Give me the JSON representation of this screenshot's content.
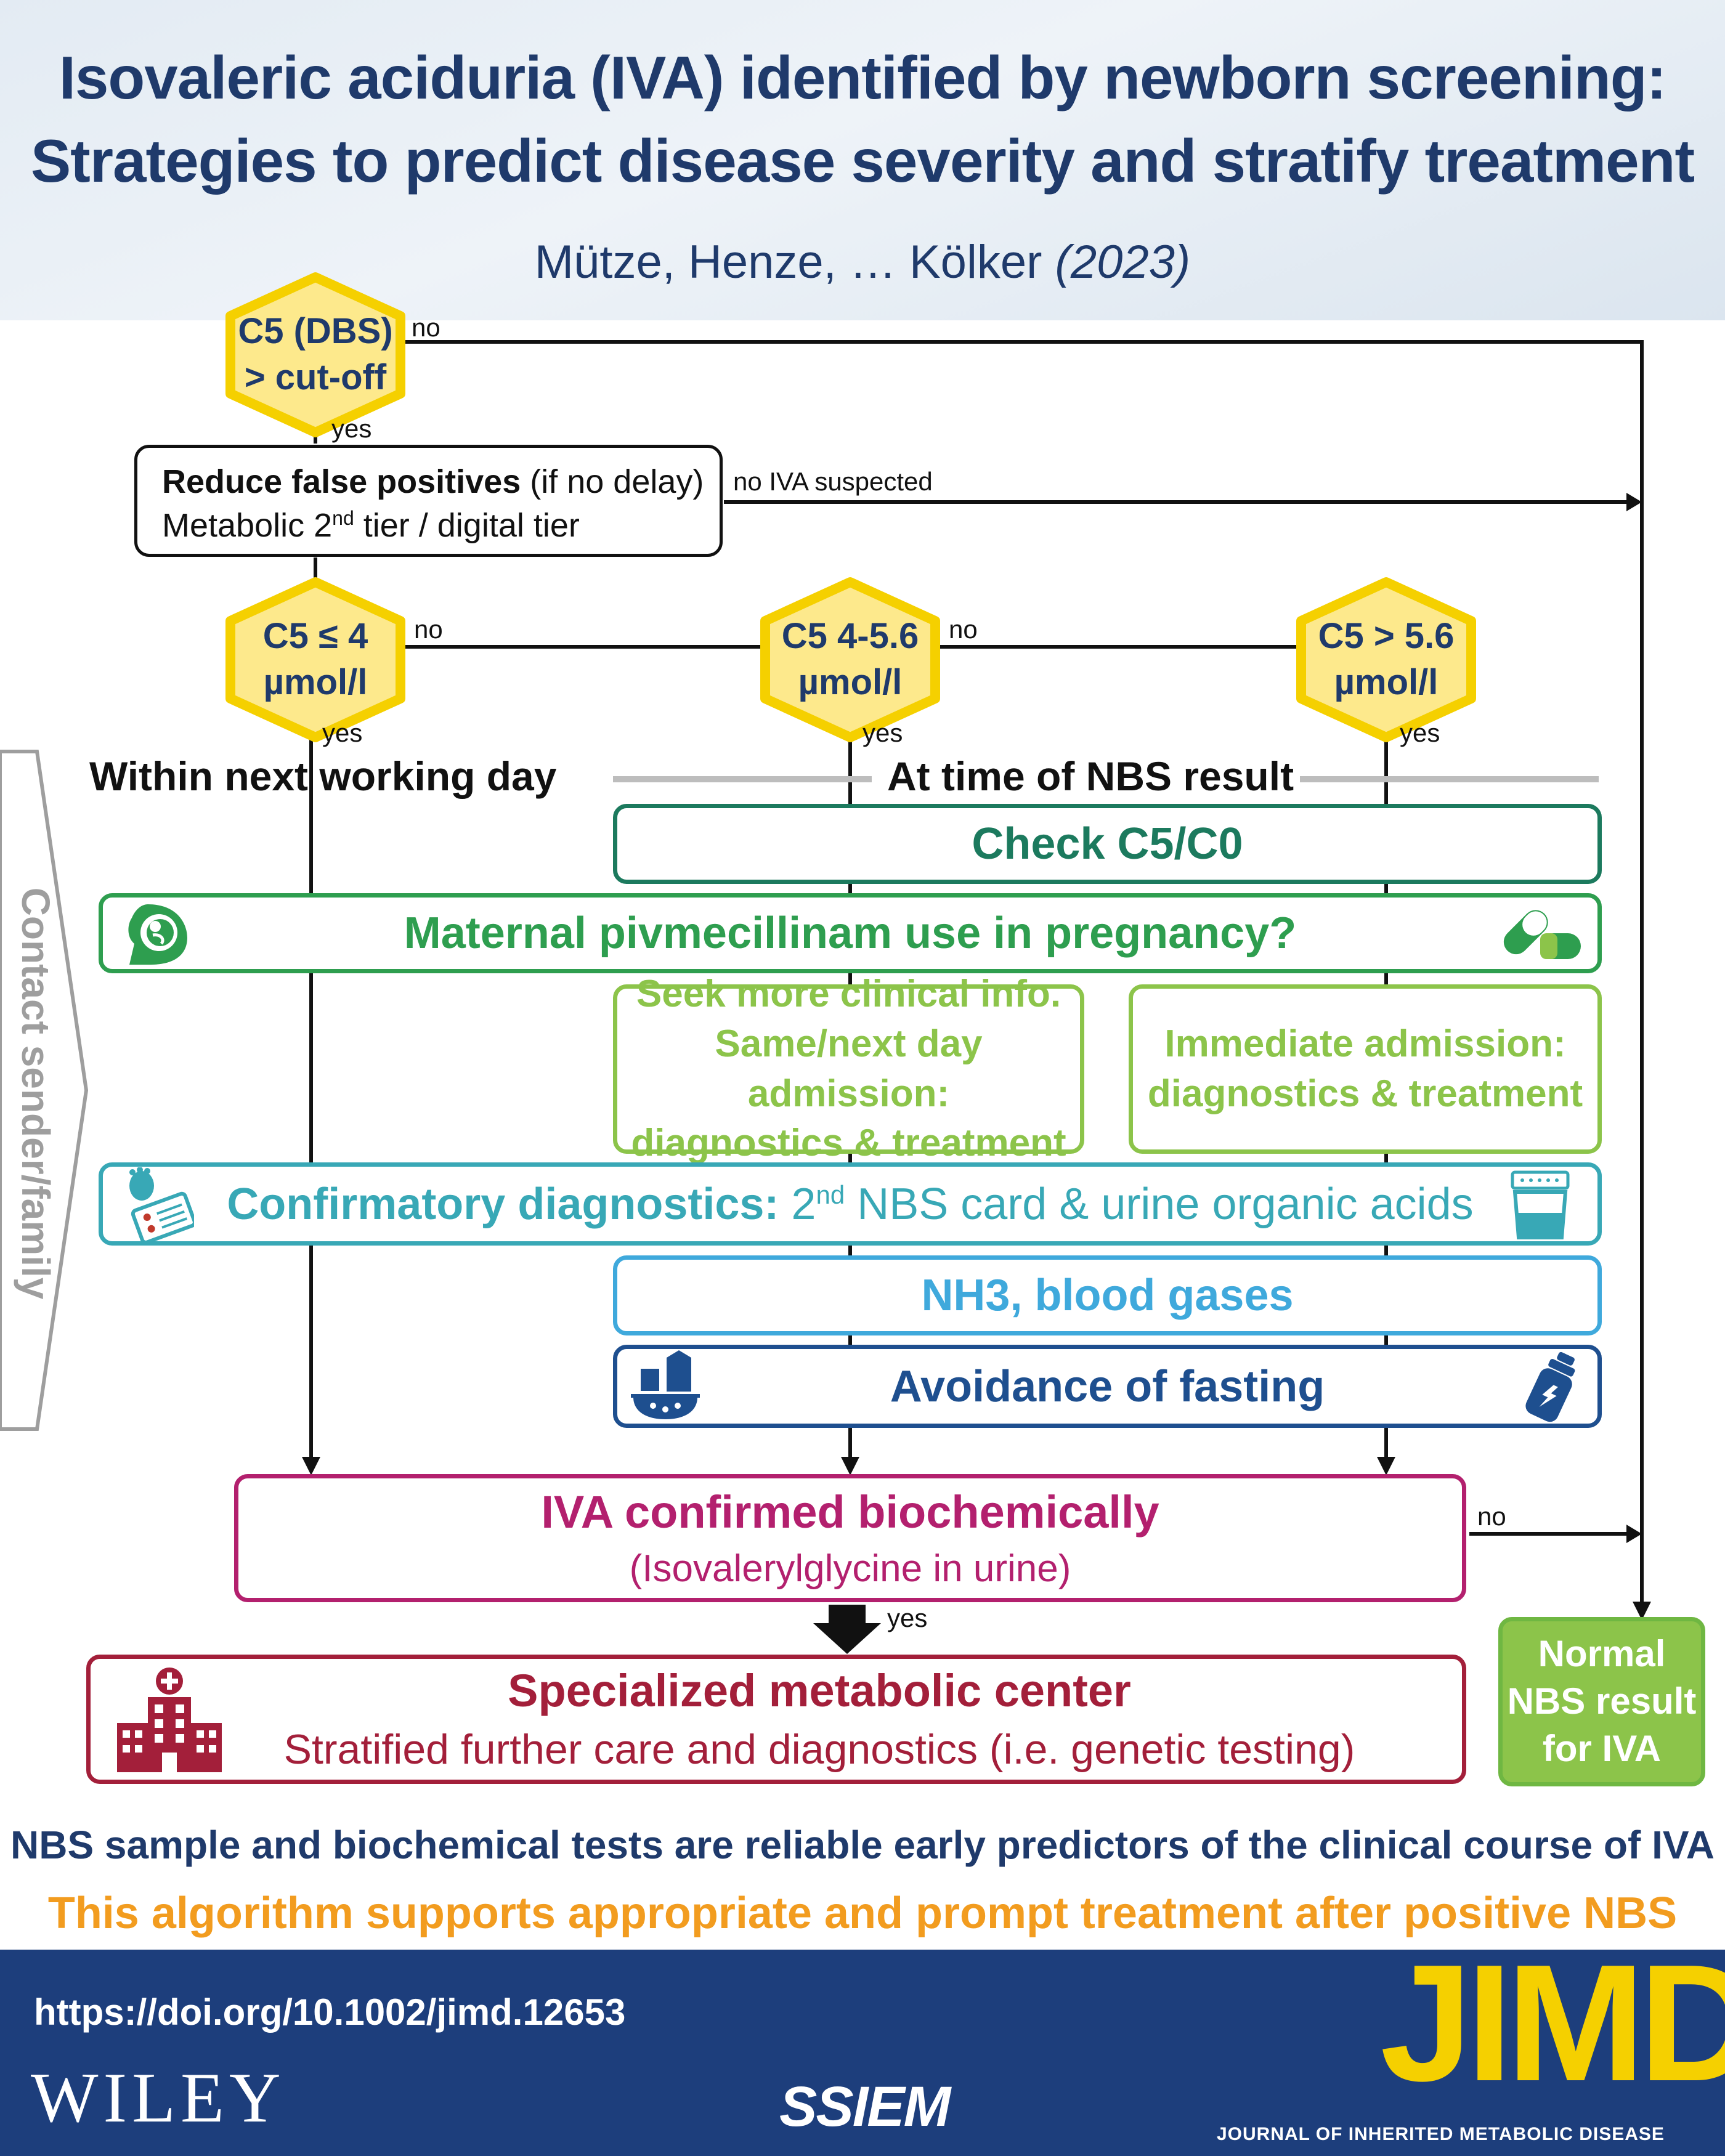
{
  "title": {
    "line1": "Isovaleric aciduria (IVA) identified by newborn screening:",
    "line2": "Strategies to predict disease severity and stratify treatment"
  },
  "authors": {
    "names": "Mütze, Henze, … Kölker",
    "year": "(2023)"
  },
  "decision1": {
    "line1": "C5 (DBS)",
    "line2": "> cut-off",
    "no": "no",
    "yes": "yes"
  },
  "reduce_box": {
    "bold": "Reduce false positives",
    "note": " (if no delay)",
    "line2_pre": "Metabolic 2",
    "line2_sup": "nd",
    "line2_post": " tier / digital tier",
    "no_label": "no IVA suspected"
  },
  "decision_low": {
    "line1": "C5 ≤ 4",
    "line2": "µmol/l",
    "no": "no",
    "yes": "yes"
  },
  "decision_mid": {
    "line1": "C5 4-5.6",
    "line2": "µmol/l",
    "no": "no",
    "yes": "yes"
  },
  "decision_high": {
    "line1": "C5 > 5.6",
    "line2": "µmol/l",
    "yes": "yes"
  },
  "timing": {
    "left": "Within next working day",
    "right": "At time of NBS result"
  },
  "side_label": "Contact sender/family",
  "steps": {
    "check": "Check C5/C0",
    "maternal": "Maternal pivmecillinam use in pregnancy?",
    "seek": {
      "l1": "Seek more clinical info.",
      "l2": "Same/next day admission:",
      "l3": "diagnostics & treatment"
    },
    "immediate": {
      "l1": "Immediate admission:",
      "l2": "diagnostics & treatment"
    },
    "confirmatory": {
      "bold": "Confirmatory diagnostics:",
      "pre": " 2",
      "sup": "nd",
      "post": " NBS card & urine organic acids"
    },
    "nh3": "NH3, blood gases",
    "fasting": "Avoidance of fasting"
  },
  "confirmed": {
    "title": "IVA confirmed biochemically",
    "sub": "(Isovalerylglycine in urine)",
    "no": "no",
    "yes": "yes"
  },
  "center": {
    "title": "Specialized metabolic center",
    "sub": "Stratified further care and diagnostics (i.e. genetic testing)"
  },
  "normal": {
    "l1": "Normal",
    "l2": "NBS result",
    "l3": "for IVA"
  },
  "conclusion1": "NBS sample and biochemical tests are reliable early predictors of the clinical course of IVA",
  "conclusion2": "This algorithm supports appropriate and prompt treatment after positive NBS",
  "footer": {
    "doi": "https://doi.org/10.1002/jimd.12653",
    "publisher": "WILEY",
    "society": "SSIEM",
    "journal_abbr": "JIMD",
    "journal_name": "JOURNAL OF INHERITED METABOLIC DISEASE"
  },
  "colors": {
    "navy": "#1f3a6b",
    "gold": "#f5d000",
    "gold_fill": "#fde98c",
    "teal_dark": "#1c7a5e",
    "green": "#2e9e4f",
    "light_green": "#8cc44a",
    "cyan": "#38a8b6",
    "sky": "#3fa9dc",
    "blue": "#1e4f8f",
    "magenta": "#b3206e",
    "crimson": "#a31f3a",
    "orange": "#f29c1f"
  },
  "icons": [
    "pregnancy-icon",
    "capsule-icon",
    "foot-card-icon",
    "urine-cup-icon",
    "food-icon",
    "bottle-icon",
    "hospital-icon"
  ]
}
